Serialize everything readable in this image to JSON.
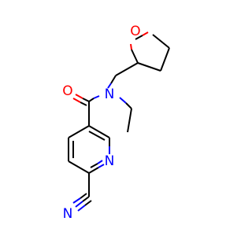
{
  "molecule": {
    "atoms": {
      "O_ring": "O",
      "O_carbonyl": "O",
      "N_amide": "N",
      "N_pyridine": "N",
      "N_nitrile": "N"
    },
    "colors": {
      "carbon": "#000000",
      "nitrogen": "#0000ff",
      "oxygen": "#ff0000"
    }
  }
}
